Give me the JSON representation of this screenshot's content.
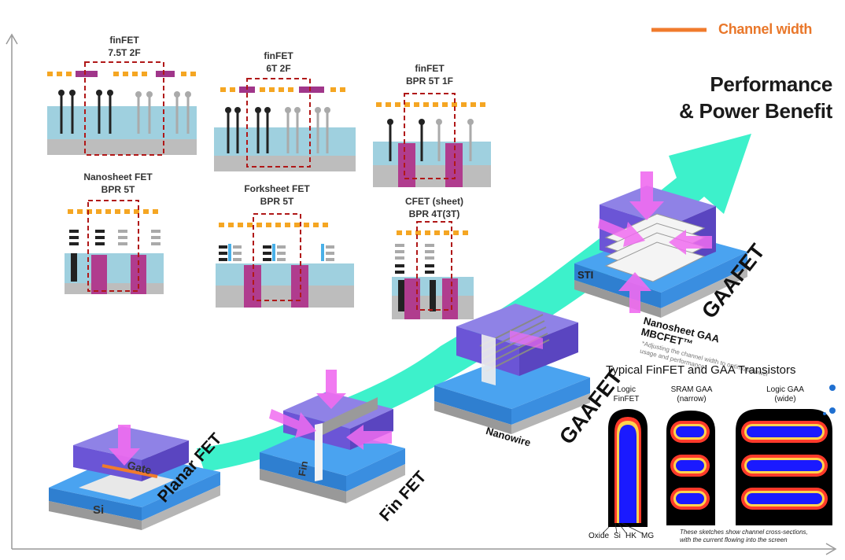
{
  "legend": {
    "label": "Channel width",
    "color": "#f07b2c"
  },
  "headline": {
    "line1": "Performance",
    "line2": "& Power Benefit"
  },
  "cells": [
    {
      "title": "finFET",
      "subtitle": "7.5T 2F"
    },
    {
      "title": "finFET",
      "subtitle": "6T 2F"
    },
    {
      "title": "finFET",
      "subtitle": "BPR 5T 1F"
    },
    {
      "title": "Nanosheet FET",
      "subtitle": "BPR 5T"
    },
    {
      "title": "Forksheet FET",
      "subtitle": "BPR 5T"
    },
    {
      "title": "CFET (sheet)",
      "subtitle": "BPR 4T(3T)"
    }
  ],
  "stages": {
    "planar": "Planar FET",
    "fin": "Fin FET",
    "nanowire_note": "Nanowire",
    "gaafet_1": "GAAFET",
    "gaafet_2": "GAAFET",
    "nanosheet_line1": "Nanosheet GAA",
    "nanosheet_line2": "MBCFET™",
    "nanosheet_note": "*Adjusting the channel width to optimize power usage and performance",
    "gate_label": "Gate",
    "si_label": "Si",
    "fin_label": "Fin",
    "sti_label": "STI"
  },
  "inset": {
    "title": "Typical FinFET and GAA Transistors",
    "cols": [
      {
        "line1": "Logic",
        "line2": "FinFET"
      },
      {
        "line1": "SRAM GAA",
        "line2": "(narrow)"
      },
      {
        "line1": "Logic GAA",
        "line2": "(wide)"
      }
    ],
    "legend_items": [
      "Oxide",
      "Si",
      "HK",
      "MG"
    ],
    "note_line1": "These sketches show channel cross-sections,",
    "note_line2": "with the current flowing into the screen"
  },
  "colors": {
    "arrow": "#33f0c8",
    "gate": "#6b55d6",
    "substrate_blue": "#4aa3f0",
    "oxide_light": "#9fd0df",
    "magenta": "#b03c8e",
    "pink_arrow": "#f06cf0",
    "orange_dot": "#f5a623",
    "red_dash": "#b01818"
  }
}
